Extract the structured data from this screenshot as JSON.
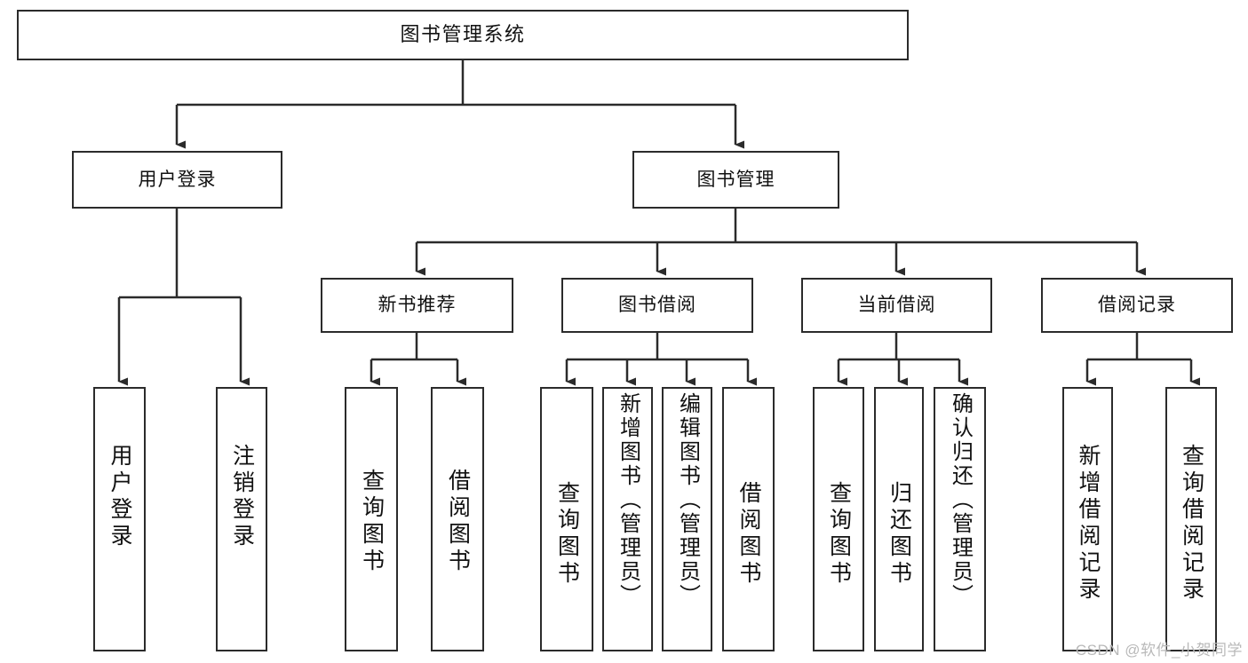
{
  "diagram": {
    "title": "图书管理系统",
    "type": "tree",
    "watermark": "CSDN @软件_小贺同学",
    "colors": {
      "stroke": "#2b2b2b",
      "fill": "#ffffff",
      "text": "#111111",
      "watermark": "#b9b9b9",
      "background": "#ffffff"
    },
    "root": {
      "label": "图书管理系统"
    },
    "level1": [
      {
        "label": "用户登录"
      },
      {
        "label": "图书管理"
      }
    ],
    "level2": [
      {
        "label": "新书推荐"
      },
      {
        "label": "图书借阅"
      },
      {
        "label": "当前借阅"
      },
      {
        "label": "借阅记录"
      }
    ],
    "leaves": {
      "user_login": [
        {
          "label": "用户登录"
        },
        {
          "label": "注销登录"
        }
      ],
      "new_book": [
        {
          "label": "查询图书"
        },
        {
          "label": "借阅图书"
        }
      ],
      "book_borrow": [
        {
          "label": "查询图书"
        },
        {
          "label": "新增图书（管理员）"
        },
        {
          "label": "编辑图书（管理员）"
        },
        {
          "label": "借阅图书"
        }
      ],
      "current_borrow": [
        {
          "label": "查询图书"
        },
        {
          "label": "归还图书"
        },
        {
          "label": "确认归还（管理员）"
        }
      ],
      "borrow_record": [
        {
          "label": "新增借阅记录"
        },
        {
          "label": "查询借阅记录"
        }
      ]
    }
  }
}
